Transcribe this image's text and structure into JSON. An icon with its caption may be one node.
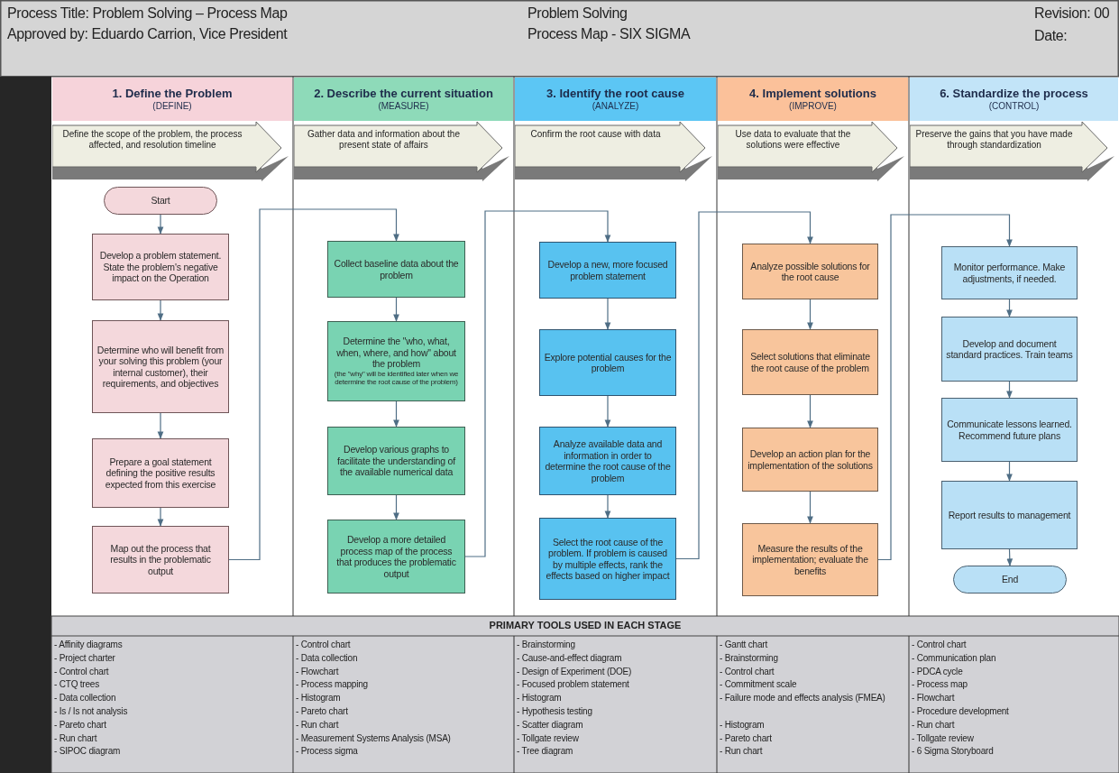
{
  "diagram": {
    "nodes": [
      {
        "text": [
          "1. Define the Problem",
          "(DEFINE)"
        ]
      },
      {
        "text": [
          "Define the scope of the problem, the process affected, and resolution timeline"
        ]
      },
      {
        "text": [
          "2. Describe the current situation",
          "(MEASURE)"
        ]
      },
      {
        "text": [
          "Gather data and information about the present state of affairs"
        ]
      },
      {
        "text": [
          "3. Identify the root cause",
          "(ANALYZE)"
        ]
      },
      {
        "text": [
          "Confirm the root cause with data"
        ]
      },
      {
        "text": [
          "4. Implement solutions",
          "(IMPROVE)"
        ]
      },
      {
        "text": [
          "Use data to evaluate that the solutions were effective"
        ]
      },
      {
        "text": [
          "6. Standardize the process",
          "(CONTROL)"
        ]
      },
      {
        "text": [
          "Preserve the gains that you have made through standardization"
        ]
      },
      {
        "text": [
          "Start"
        ]
      },
      {
        "text": [
          "Develop a problem statement. State the problem's negative impact on the Operation"
        ]
      },
      {
        "text": [
          "Determine who will benefit from your solving this problem (your internal customer), their requirements, and objectives"
        ]
      },
      {
        "text": [
          "Prepare a goal statement defining the positive results expected from this exercise"
        ]
      },
      {
        "text": [
          "Map out the process that results in the problematic output"
        ]
      },
      {
        "text": [
          "Collect baseline data about the problem"
        ]
      },
      {
        "text": [
          "Determine the \"who, what, when, where, and how\" about the problem",
          "(the \"why\" will be identified later when we determine the root cause of the problem)"
        ]
      },
      {
        "text": [
          "Develop various graphs to facilitate the understanding of the available numerical data"
        ]
      },
      {
        "text": [
          "Develop a more detailed process map of the process that produces the problematic output"
        ]
      },
      {
        "text": [
          "Develop a new, more focused problem statement"
        ]
      },
      {
        "text": [
          "Explore potential causes for the problem"
        ]
      },
      {
        "text": [
          "Analyze available data and information in order to determine the root cause of the problem"
        ]
      },
      {
        "text": [
          "Select the root cause of the problem. If problem is caused by multiple effects, rank the effects based on higher impact"
        ]
      },
      {
        "text": [
          "Analyze possible solutions for the root cause"
        ]
      },
      {
        "text": [
          "Select solutions that eliminate the root cause of the problem"
        ]
      },
      {
        "text": [
          "Develop an action plan for the implementation of the solutions"
        ]
      },
      {
        "text": [
          "Measure the results of the implementation; evaluate the benefits"
        ]
      },
      {
        "text": [
          "Monitor performance. Make adjustments, if needed."
        ]
      },
      {
        "text": [
          "Develop and document standard practices. Train teams"
        ]
      },
      {
        "text": [
          "Communicate lessons learned. Recommend future plans"
        ]
      },
      {
        "text": [
          "Report results to management"
        ]
      },
      {
        "text": [
          "End"
        ]
      }
    ],
    "edges": [
      {
        "from": 10,
        "to": 11,
        "arrow": "to"
      },
      {
        "from": 11,
        "to": 12,
        "arrow": "to"
      },
      {
        "from": 12,
        "to": 13,
        "arrow": "to"
      },
      {
        "from": 13,
        "to": 14,
        "arrow": "to"
      },
      {
        "from": 14,
        "to": 15,
        "arrow": "to"
      },
      {
        "from": 15,
        "to": 16,
        "arrow": "to"
      },
      {
        "from": 16,
        "to": 17,
        "arrow": "to"
      },
      {
        "from": 17,
        "to": 18,
        "arrow": "to"
      },
      {
        "from": 18,
        "to": 19,
        "arrow": "to"
      },
      {
        "from": 19,
        "to": 20,
        "arrow": "to"
      },
      {
        "from": 20,
        "to": 21,
        "arrow": "to"
      },
      {
        "from": 21,
        "to": 22,
        "arrow": "to"
      },
      {
        "from": 22,
        "to": 23,
        "arrow": "to"
      },
      {
        "from": 23,
        "to": 24,
        "arrow": "to"
      },
      {
        "from": 24,
        "to": 25,
        "arrow": "to"
      },
      {
        "from": 25,
        "to": 26,
        "arrow": "to"
      },
      {
        "from": 26,
        "to": 27,
        "arrow": "to"
      },
      {
        "from": 27,
        "to": 28,
        "arrow": "to"
      },
      {
        "from": 28,
        "to": 29,
        "arrow": "to"
      },
      {
        "from": 29,
        "to": 30,
        "arrow": "to"
      },
      {
        "from": 30,
        "to": 31,
        "arrow": "to"
      }
    ],
    "labels": [
      "Process Title: Problem Solving – Process Map",
      "Approved by: Eduardo Carrion, Vice President",
      "Problem Solving",
      "Process Map - SIX SIGMA",
      "Revision: 00",
      "Date:",
      "PRIMARY TOOLS USED IN EACH STAGE",
      "- Affinity diagrams",
      "- Project charter",
      "- Control chart",
      "- CTQ trees",
      "- Data collection",
      "- Is / Is not analysis",
      "- Pareto chart",
      "- Run chart",
      "- SIPOC diagram",
      "- Control chart",
      "- Data collection",
      "- Flowchart",
      "- Process mapping",
      "- Histogram",
      "- Pareto chart",
      "- Run chart",
      "- Measurement Systems Analysis (MSA)",
      "- Process sigma",
      "- Brainstorming",
      "- Cause-and-effect diagram",
      "- Design of Experiment (DOE)",
      "- Focused problem statement",
      "- Histogram",
      "- Hypothesis testing",
      "- Scatter diagram",
      "- Tollgate review",
      "- Tree diagram",
      "- Gantt chart",
      "- Brainstorming",
      "- Control chart",
      "- Commitment scale",
      "- Failure mode and effects analysis (FMEA)",
      "- Histogram",
      "- Pareto chart",
      "- Run chart",
      "- Control chart",
      "- Communication plan",
      "- PDCA cycle",
      "- Process map",
      "- Flowchart",
      "- Procedure development",
      "- Run chart",
      "- Tollgate review",
      "- 6 Sigma Storyboard"
    ]
  }
}
